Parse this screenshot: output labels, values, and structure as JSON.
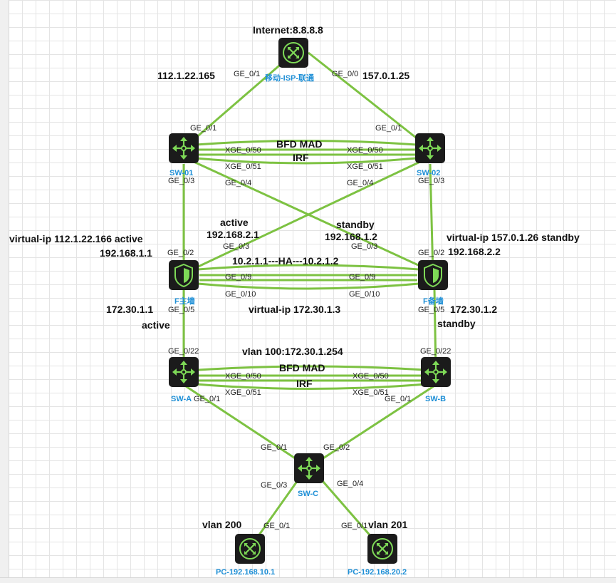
{
  "colors": {
    "link": "#7dc242",
    "device_fill": "#1b1b1b",
    "icon": "#7ed957",
    "node_label": "#1e8fd6"
  },
  "nodes": {
    "internet": {
      "label": "移动-ISP-联通",
      "icon": "router-icon"
    },
    "sw01": {
      "label": "SW-01",
      "icon": "switch-icon"
    },
    "sw02": {
      "label": "SW-02",
      "icon": "switch-icon"
    },
    "fw1": {
      "label": "F主墙",
      "icon": "firewall-icon"
    },
    "fw2": {
      "label": "F备墙",
      "icon": "firewall-icon"
    },
    "swa": {
      "label": "SW-A",
      "icon": "switch-icon"
    },
    "swb": {
      "label": "SW-B",
      "icon": "switch-icon"
    },
    "swc": {
      "label": "SW-C",
      "icon": "switch-icon"
    },
    "pc1": {
      "label": "PC-192.168.10.1",
      "icon": "router-icon"
    },
    "pc2": {
      "label": "PC-192.168.20.2",
      "icon": "router-icon"
    }
  },
  "ports": {
    "inet_l": "GE_0/1",
    "inet_r": "GE_0/0",
    "sw01_up": "GE_0/1",
    "sw02_up": "GE_0/1",
    "sw01_x50": "XGE_0/50",
    "sw01_x51": "XGE_0/51",
    "sw02_x50": "XGE_0/50",
    "sw02_x51": "XGE_0/51",
    "sw01_g3": "GE_0/3",
    "sw01_g4": "GE_0/4",
    "sw02_g4": "GE_0/4",
    "sw02_g3": "GE_0/3",
    "fw1_g3": "GE_0/3",
    "fw2_g3": "GE_0/3",
    "fw1_g2": "GE_0/2",
    "fw2_g2": "GE_0/2",
    "fw1_g9": "GE_0/9",
    "fw2_g9": "GE_0/9",
    "fw1_g10": "GE_0/10",
    "fw2_g10": "GE_0/10",
    "fw1_g5": "GE_0/5",
    "fw2_g5": "GE_0/5",
    "swa_g22": "GE_0/22",
    "swb_g22": "GE_0/22",
    "swa_x50": "XGE_0/50",
    "swa_x51": "XGE_0/51",
    "swb_x50": "XGE_0/50",
    "swb_x51": "XGE_0/51",
    "swa_g1": "GE_0/1",
    "swb_g1": "GE_0/1",
    "swc_g1": "GE_0/1",
    "swc_g2": "GE_0/2",
    "swc_g3": "GE_0/3",
    "swc_g4": "GE_0/4",
    "pc1_g1": "GE_0/1",
    "pc2_g1": "GE_0/1"
  },
  "labels": {
    "internet_title": "Internet:8.8.8.8",
    "isp_left_ip": "112.1.22.165",
    "isp_right_ip": "157.0.1.25",
    "bfd_mad_top": "BFD MAD",
    "irf_top": "IRF",
    "active_left": "active",
    "active_left_ip": "192.168.2.1",
    "standby_right": "standby",
    "standby_right_ip": "192.168.1.2",
    "vip_left": "virtual-ip 112.1.22.166 active",
    "vip_left_ip": "192.168.1.1",
    "vip_right": "virtual-ip 157.0.1.26 standby",
    "vip_right_ip": "192.168.2.2",
    "ha": "10.2.1.1---HA---10.2.1.2",
    "fw1_down_ip": "172.30.1.1",
    "fw2_down_ip": "172.30.1.2",
    "vip_inside": "virtual-ip 172.30.1.3",
    "active_down": "active",
    "standby_down": "standby",
    "vlan100": "vlan 100:172.30.1.254",
    "bfd_mad_bottom": "BFD MAD",
    "irf_bottom": "IRF",
    "vlan200": "vlan 200",
    "vlan201": "vlan 201"
  }
}
